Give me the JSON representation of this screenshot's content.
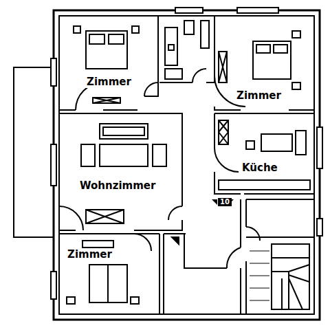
{
  "diagram": {
    "labels": [
      "Zimmer",
      "Zimmer",
      "Wohnzimmer",
      "Küche",
      "10",
      "Zimmer"
    ]
  }
}
